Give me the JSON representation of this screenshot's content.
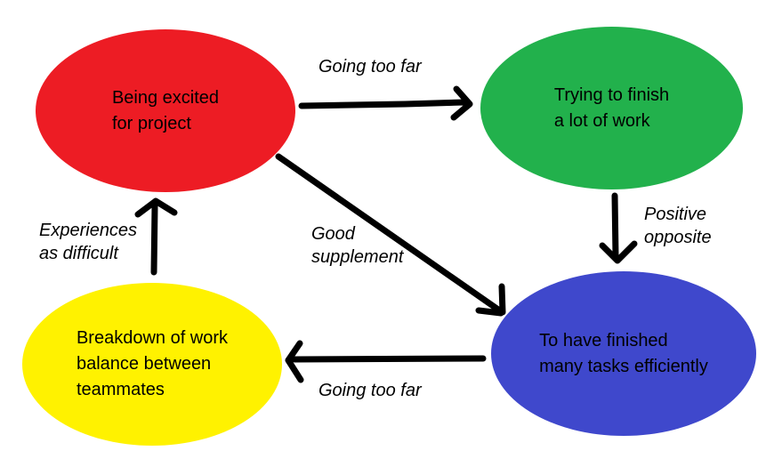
{
  "diagram": {
    "background_color": "#ffffff",
    "arrow_color": "#000000",
    "text_color": "#000000",
    "nodes": [
      {
        "id": "being-excited",
        "label": "Being excited\nfor project",
        "color": "#ed1c24"
      },
      {
        "id": "trying-finish",
        "label": "Trying to finish\na lot of work",
        "color": "#22b14c"
      },
      {
        "id": "finished-tasks",
        "label": "To have finished\nmany tasks efficiently",
        "color": "#3f48cc"
      },
      {
        "id": "breakdown",
        "label": "Breakdown of work\nbalance between\nteammates",
        "color": "#fff200"
      }
    ],
    "edges": [
      {
        "from": "being-excited",
        "to": "trying-finish",
        "label": "Going too far"
      },
      {
        "from": "trying-finish",
        "to": "finished-tasks",
        "label": "Positive\nopposite"
      },
      {
        "from": "being-excited",
        "to": "finished-tasks",
        "label": "Good\nsupplement"
      },
      {
        "from": "finished-tasks",
        "to": "breakdown",
        "label": "Going too far"
      },
      {
        "from": "breakdown",
        "to": "being-excited",
        "label": "Experiences\nas difficult"
      }
    ]
  }
}
